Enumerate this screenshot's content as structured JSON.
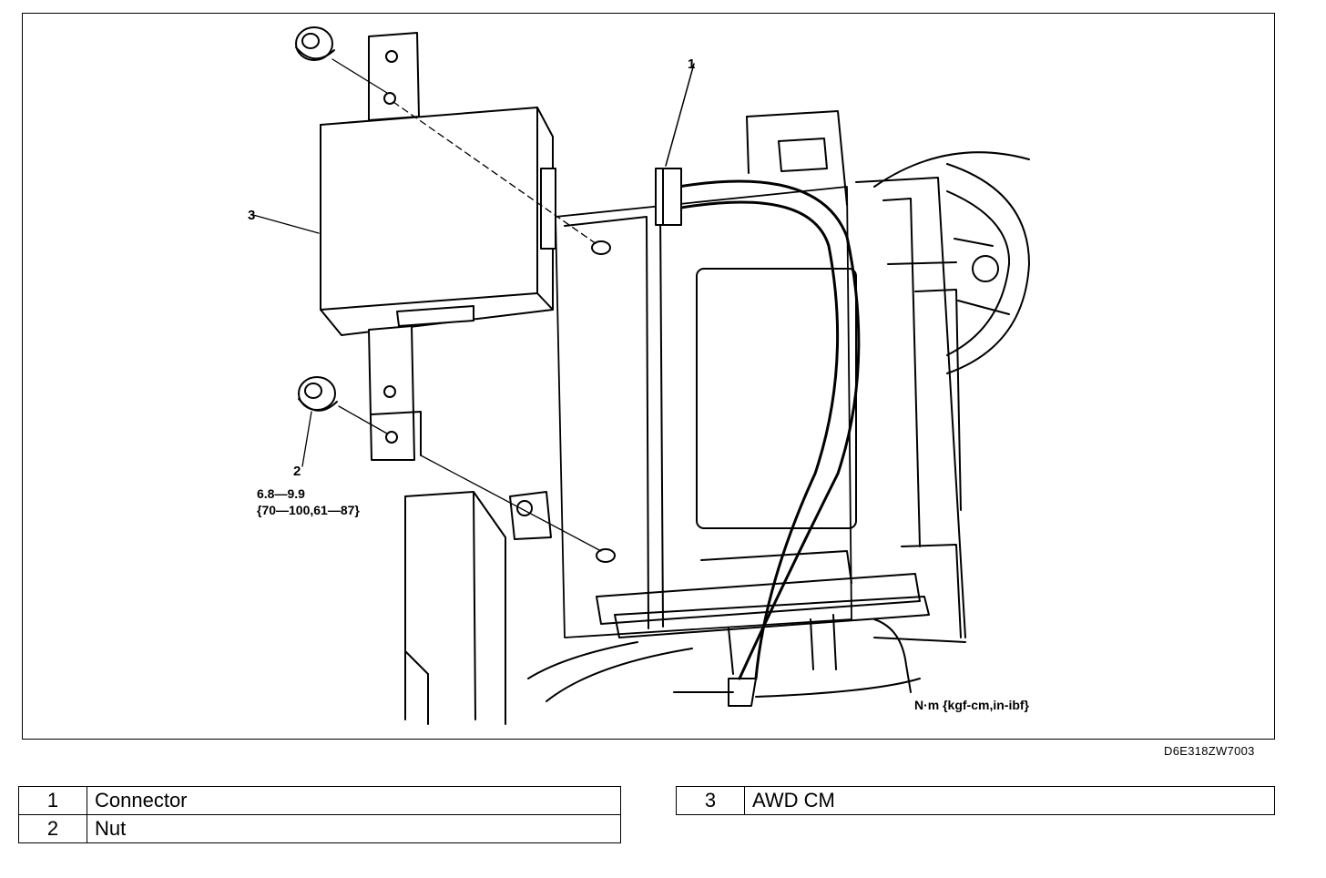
{
  "callouts": {
    "c1": "1",
    "c2": "2",
    "c3": "3"
  },
  "torque": {
    "line1": "6.8—9.9",
    "line2": "{70—100,61—87}"
  },
  "unit_note": "N·m {kgf-cm,in-ibf}",
  "drawing_id": "D6E318ZW7003",
  "legend": {
    "left": [
      {
        "num": "1",
        "name": "Connector"
      },
      {
        "num": "2",
        "name": "Nut"
      }
    ],
    "right": [
      {
        "num": "3",
        "name": "AWD CM"
      }
    ]
  }
}
